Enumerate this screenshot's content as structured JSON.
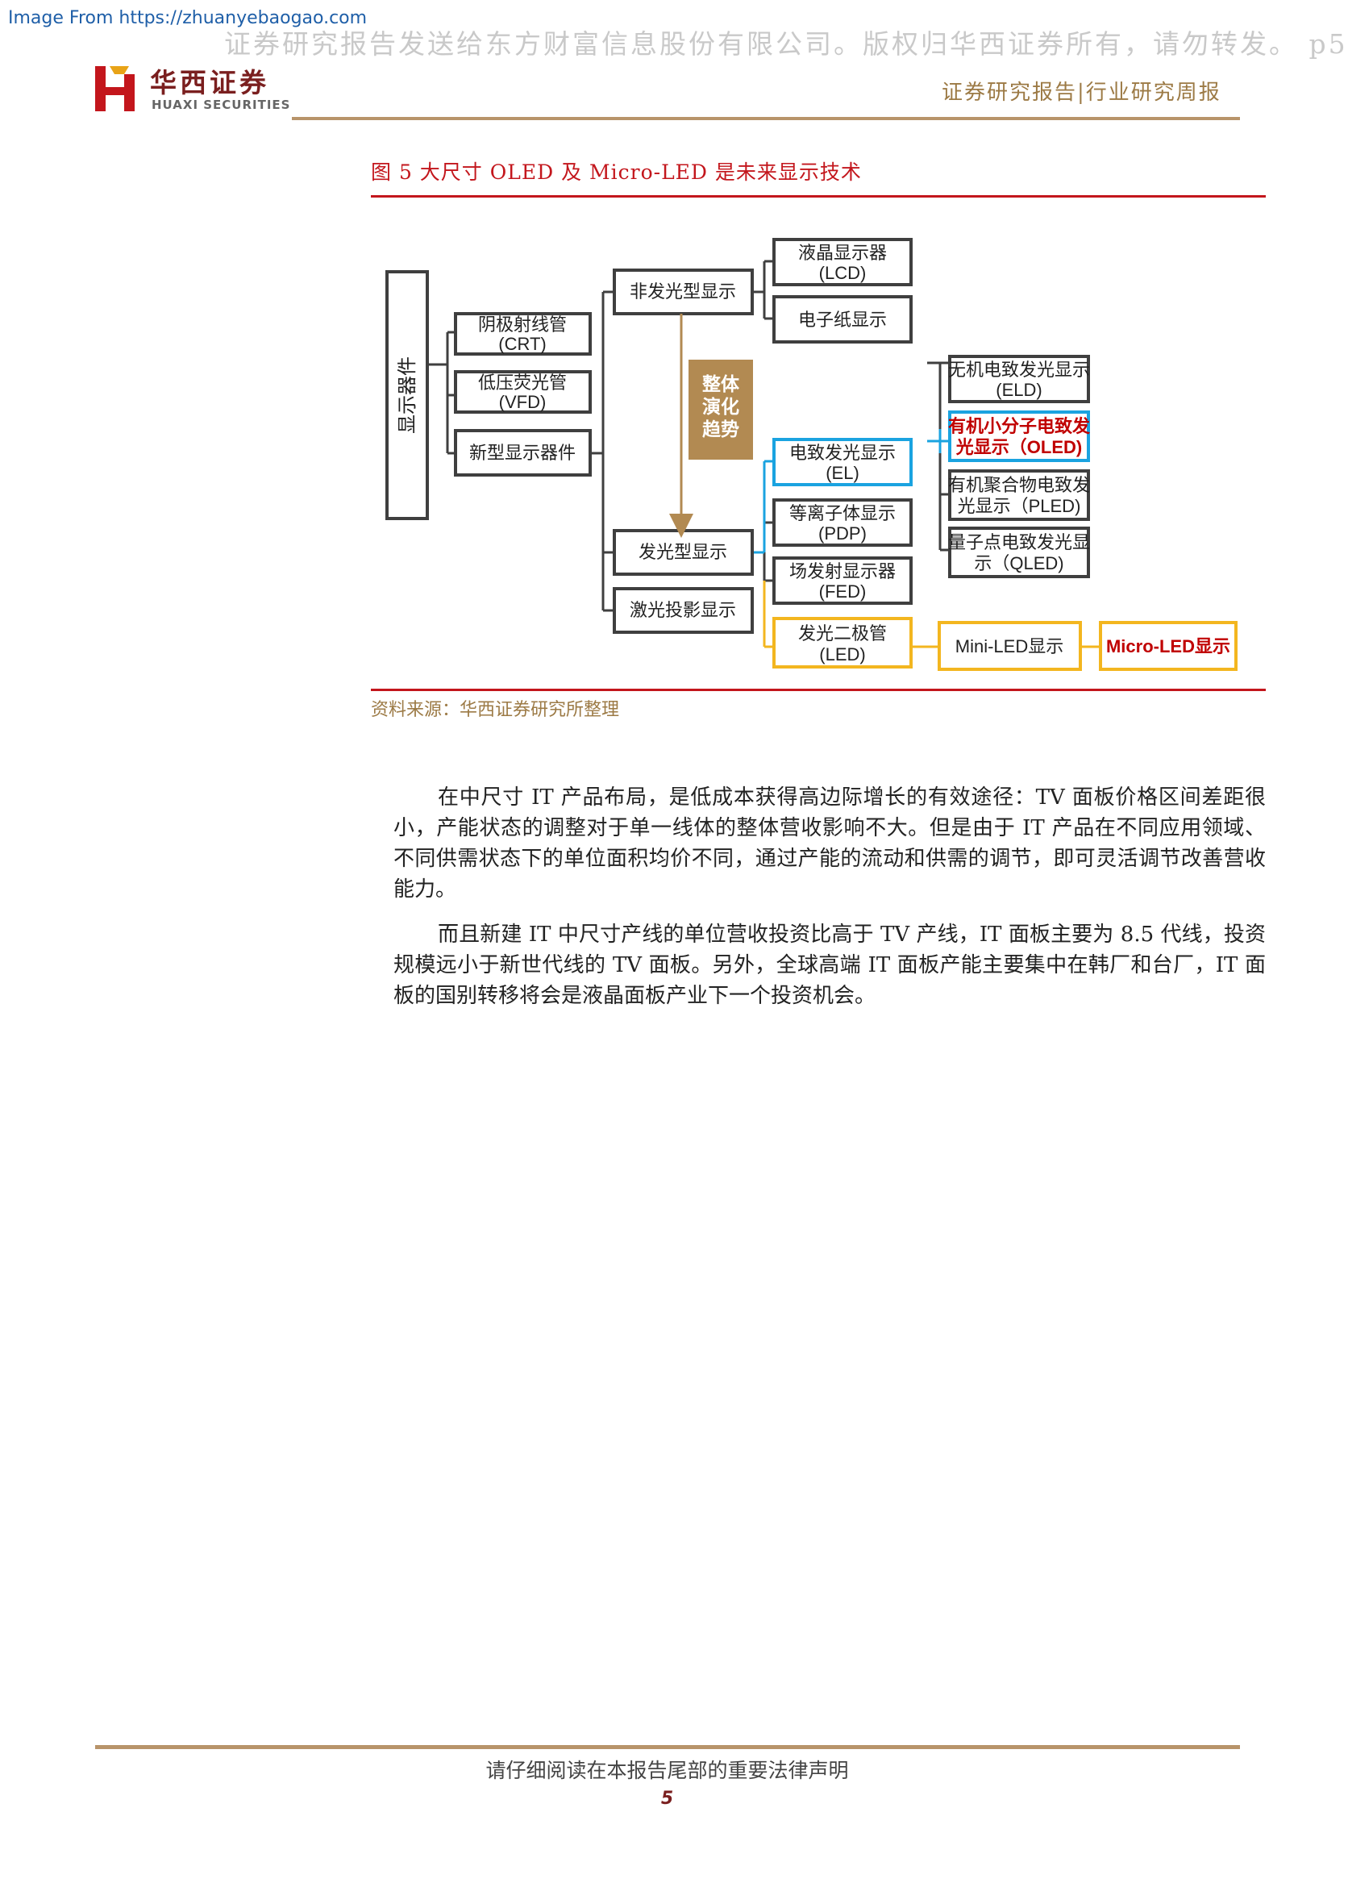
{
  "header": {
    "source_url": "Image From https://zhuanyebaogao.com",
    "watermark": "证券研究报告发送给东方财富信息股份有限公司。版权归华西证券所有，请勿转发。 p5",
    "logo_cn": "华西证券",
    "logo_en": "HUAXI SECURITIES",
    "report_type": "证券研究报告|行业研究周报"
  },
  "figure": {
    "title": "图 5   大尺寸 OLED 及 Micro-LED 是未来显示技术",
    "source": "资料来源：华西证券研究所整理",
    "nodes": {
      "root": "显示器件",
      "crt": [
        "阴极射线管",
        "(CRT)"
      ],
      "vfd": [
        "低压荧光管",
        "(VFD)"
      ],
      "new": "新型显示器件",
      "non_emissive": "非发光型显示",
      "emissive": "发光型显示",
      "laser": "激光投影显示",
      "lcd": [
        "液晶显示器",
        "(LCD)"
      ],
      "epaper": "电子纸显示",
      "trend": [
        "整体",
        "演化",
        "趋势"
      ],
      "el": [
        "电致发光显示",
        "(EL)"
      ],
      "pdp": [
        "等离子体显示",
        "(PDP)"
      ],
      "fed": [
        "场发射显示器",
        "(FED)"
      ],
      "led": [
        "发光二极管",
        "(LED)"
      ],
      "eld": [
        "无机电致发光显示",
        "(ELD)"
      ],
      "oled": [
        "有机小分子电致发",
        "光显示（OLED)"
      ],
      "pled": [
        "有机聚合物电致发",
        "光显示（PLED)"
      ],
      "qled": [
        "量子点电致发光显",
        "示（QLED)"
      ],
      "mini_led": "Mini-LED显示",
      "micro_led": "Micro-LED显示"
    },
    "colors": {
      "box": "#3f3f3f",
      "el_branch": "#1aa3e0",
      "led_branch": "#f3b61f",
      "highlight_text": "#c00000",
      "trend_bg": "#b28a52"
    }
  },
  "body": {
    "paragraph1": "在中尺寸 IT 产品布局，是低成本获得高边际增长的有效途径：TV 面板价格区间差距很小，产能状态的调整对于单一线体的整体营收影响不大。但是由于 IT 产品在不同应用领域、不同供需状态下的单位面积均价不同，通过产能的流动和供需的调节，即可灵活调节改善营收能力。",
    "paragraph2": "而且新建 IT 中尺寸产线的单位营收投资比高于 TV 产线，IT 面板主要为 8.5 代线，投资规模远小于新世代线的 TV 面板。另外，全球高端 IT 面板产能主要集中在韩厂和台厂，IT 面板的国别转移将会是液晶面板产业下一个投资机会。"
  },
  "footer": {
    "legal_note": "请仔细阅读在本报告尾部的重要法律声明",
    "page_number": "5"
  }
}
